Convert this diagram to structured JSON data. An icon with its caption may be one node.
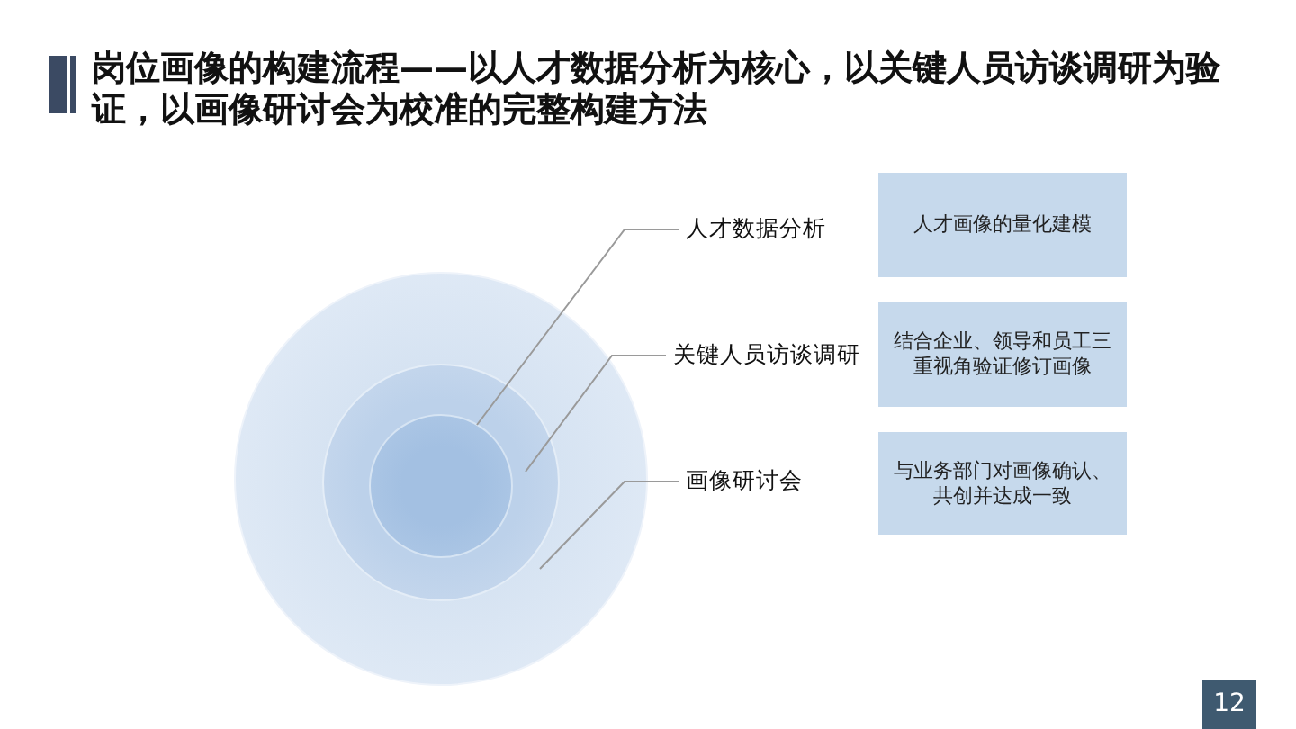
{
  "diagram": {
    "title": "岗位画像的构建流程——以人才数据分析为核心，以关键人员访谈调研为验证，以画像研讨会为校准的完整构建方法",
    "nodes": [
      {
        "text": [],
        "shape": "circle"
      },
      {
        "text": [],
        "shape": "circle",
        "in": 0
      },
      {
        "text": [],
        "shape": "circle",
        "in": 1
      },
      {
        "text": [
          "人才数据分析"
        ]
      },
      {
        "text": [
          "关键人员访谈调研"
        ]
      },
      {
        "text": [
          "画像研讨会"
        ]
      },
      {
        "text": [
          "人才画像的量化建模"
        ]
      },
      {
        "text": [
          "结合企业、领导和员工三重视角验证修订画像"
        ]
      },
      {
        "text": [
          "与业务部门对画像确认、共创并达成一致"
        ]
      }
    ],
    "edges": [
      {
        "from": 3,
        "to": 2,
        "arrow": "none"
      },
      {
        "from": 4,
        "to": 1,
        "arrow": "none"
      },
      {
        "from": 5,
        "to": 0,
        "arrow": "none"
      }
    ],
    "labels": [
      "12"
    ]
  }
}
